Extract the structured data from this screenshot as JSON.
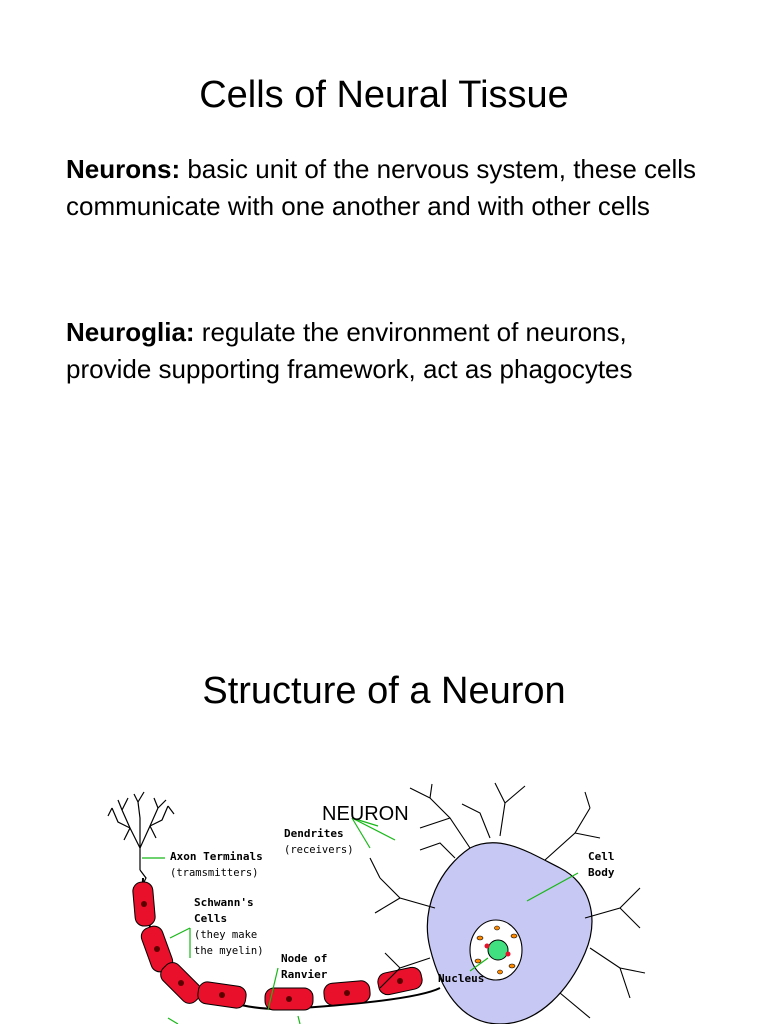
{
  "slide1": {
    "title": "Cells of Neural Tissue",
    "neurons_term": "Neurons:",
    "neurons_def": " basic unit of the nervous system, these cells communicate with one another and with other cells",
    "neuroglia_term": "Neuroglia:",
    "neuroglia_def": " regulate the environment of neurons, provide supporting framework, act as phagocytes"
  },
  "slide2": {
    "title": "Structure of a Neuron",
    "diagram": {
      "heading": "NEURON",
      "labels": {
        "dendrites": "Dendrites",
        "dendrites_note": "(receivers)",
        "axon_terminals": "Axon Terminals",
        "axon_terminals_note": "(tramsmitters)",
        "schwanns_line1": "Schwann's",
        "schwanns_line2": "Cells",
        "schwanns_note1": "(they make",
        "schwanns_note2": "the myelin)",
        "node_line1": "Node of",
        "node_line2": "Ranvier",
        "cell_line1": "Cell",
        "cell_line2": "Body",
        "nucleus": "Nucleus"
      },
      "colors": {
        "myelin": "#e8102a",
        "cell_body": "#c8c8f4",
        "nucleus": "#40e080",
        "label_lines": "#18b818"
      }
    }
  }
}
